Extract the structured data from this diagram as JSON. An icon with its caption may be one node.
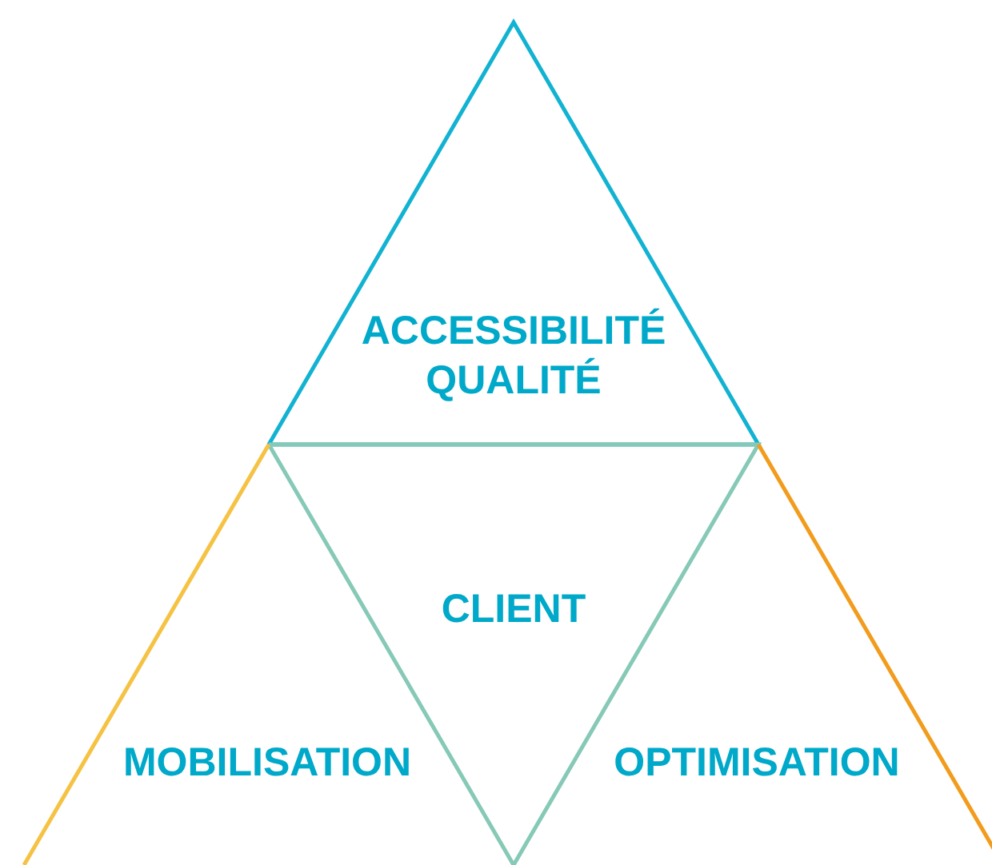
{
  "diagram": {
    "nodes": [
      {
        "text": [
          "ACCESSIBILITÉ QUALITÉ"
        ]
      },
      {
        "text": [
          "CLIENT"
        ]
      },
      {
        "text": [
          "MOBILISATION"
        ]
      },
      {
        "text": [
          "OPTIMISATION"
        ]
      }
    ]
  }
}
